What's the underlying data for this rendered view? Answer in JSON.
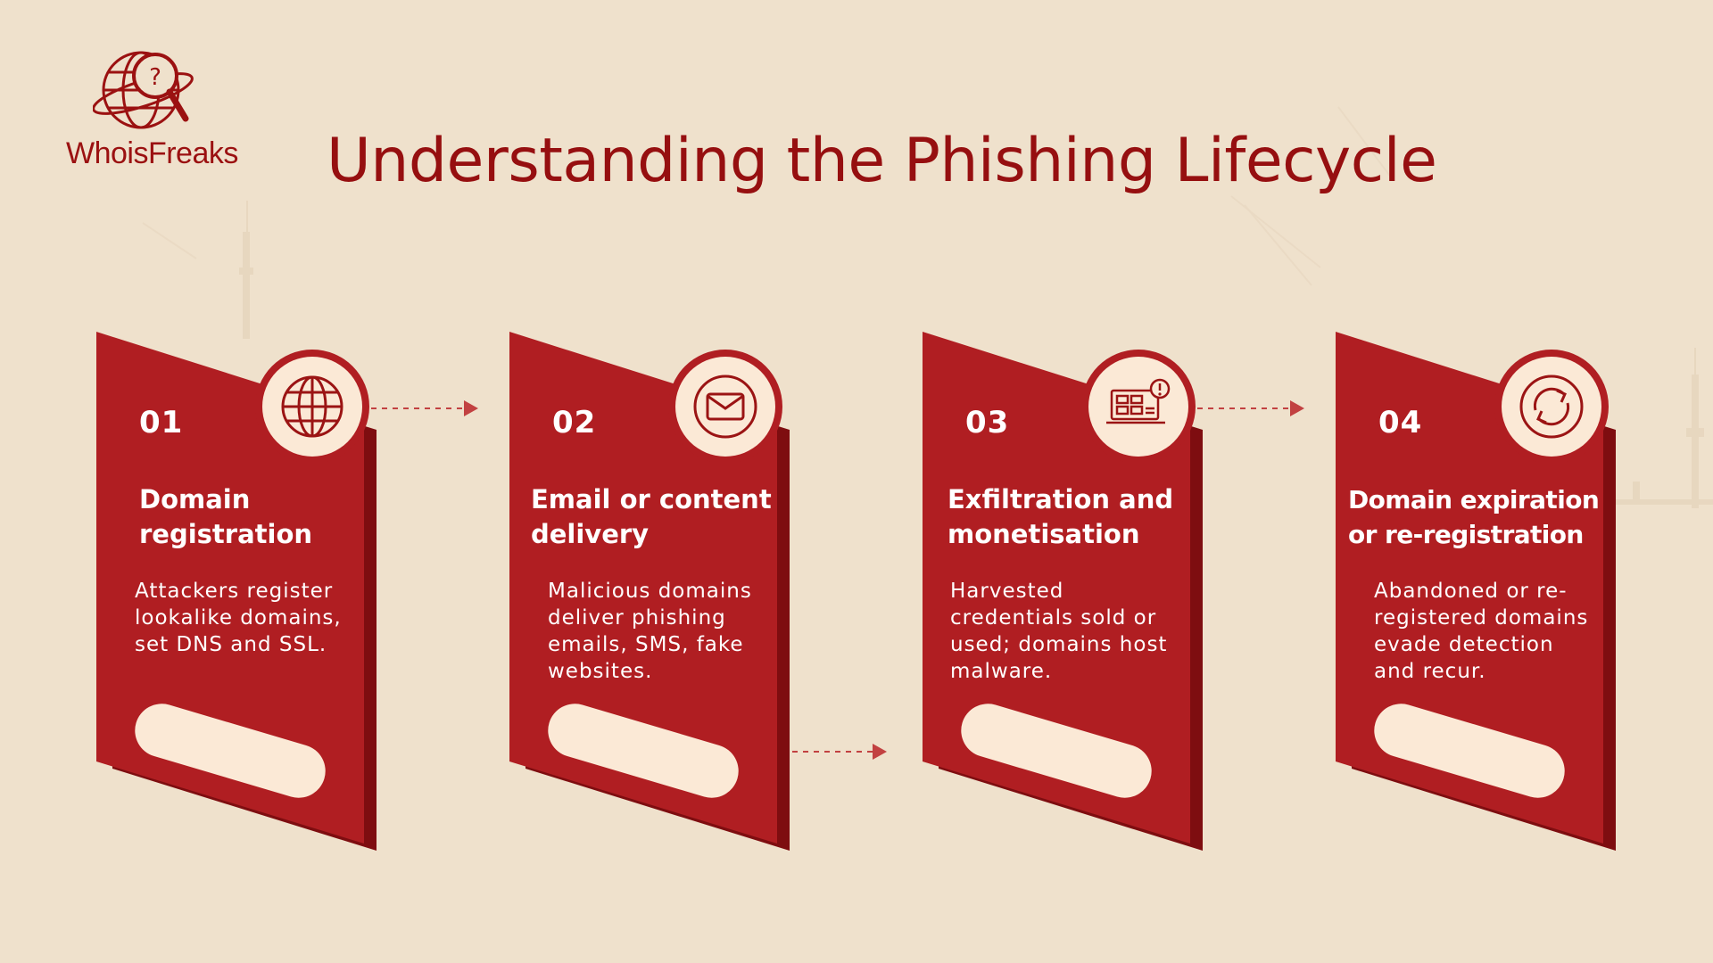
{
  "brand": {
    "name": "WhoisFreaks",
    "logo_icon": "globe-magnifier-question-icon",
    "color": "#9b1111"
  },
  "title": "Understanding the Phishing Lifecycle",
  "colors": {
    "background": "#efe1cc",
    "title": "#960f10",
    "card": "#b01e22",
    "card_shadow": "#7e0d10",
    "icon_circle": "#fbe9d6",
    "icon_stroke": "#9b1414",
    "arrow": "#c24141"
  },
  "steps": [
    {
      "number": "01",
      "title": "Domain registration",
      "description": "Attackers register lookalike domains, set DNS and SSL.",
      "icon": "globe-icon"
    },
    {
      "number": "02",
      "title": "Email or content delivery",
      "description": "Malicious domains deliver phishing emails, SMS, fake websites.",
      "icon": "envelope-icon"
    },
    {
      "number": "03",
      "title": "Exfiltration and monetisation",
      "description": "Harvested credentials sold or used; domains host malware.",
      "icon": "laptop-alert-icon"
    },
    {
      "number": "04",
      "title": "Domain expiration or re-registration",
      "description": "Abandoned or re-registered domains evade detection and recur.",
      "icon": "refresh-cycle-icon"
    }
  ]
}
